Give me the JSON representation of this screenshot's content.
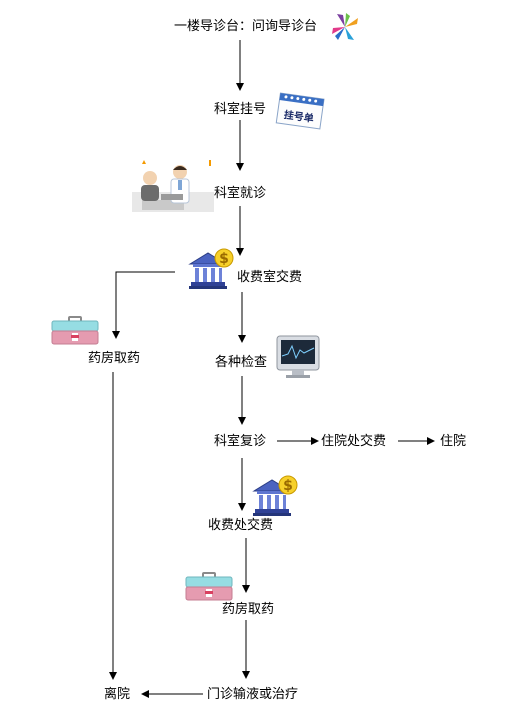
{
  "nodes": {
    "reception": "一楼导诊台：问询导诊台",
    "registration": "科室挂号",
    "consultation": "科室就诊",
    "payment_office": "收费室交费",
    "pharmacy_left": "药房取药",
    "examinations": "各种检查",
    "revisit": "科室复诊",
    "inpatient_payment": "住院处交费",
    "hospitalization": "住院",
    "payment_desk": "收费处交费",
    "pharmacy_center": "药房取药",
    "outpatient_treatment": "门诊输液或治疗",
    "discharge": "离院"
  },
  "icons": {
    "registration_card_text": "挂号单",
    "payment_symbol": "$",
    "reception_icon": "pinwheel-logo-icon",
    "card_icon": "registration-card-icon",
    "doctor_icon": "doctor-consultation-icon",
    "bank_icon": "bank-payment-icon",
    "medkit_icon": "medical-kit-icon",
    "monitor_icon": "monitor-icon"
  },
  "colors": {
    "line": "#000000",
    "bank_blue": "#3a4fa8",
    "coin_gold": "#f2c200",
    "medkit_pink": "#e8a0b4",
    "medkit_teal": "#8ed8df"
  }
}
